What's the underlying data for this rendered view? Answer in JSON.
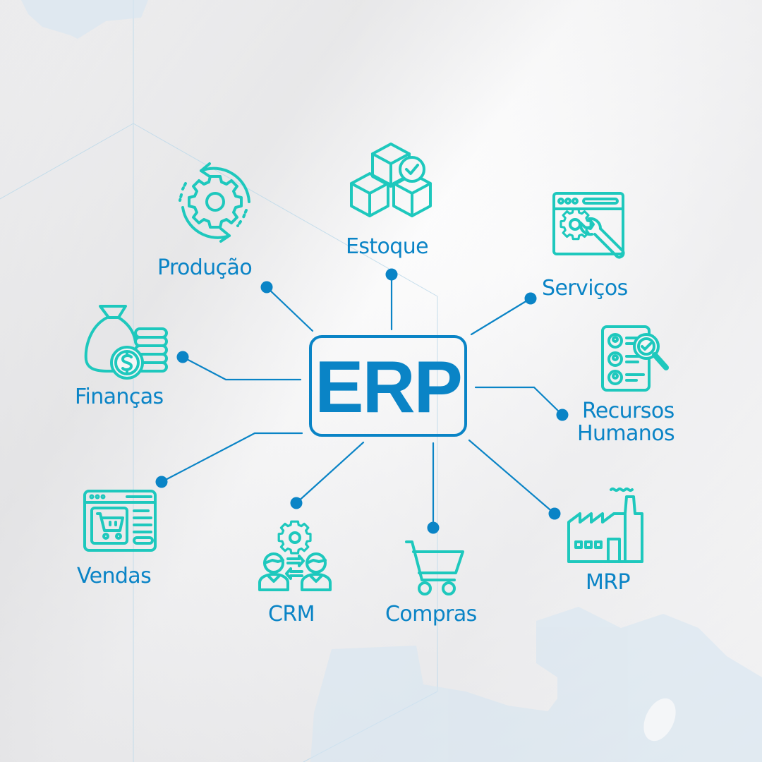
{
  "diagram": {
    "center": {
      "label": "ERP"
    },
    "modules": [
      {
        "id": "estoque",
        "label": "Estoque",
        "icon": "boxes-check-icon"
      },
      {
        "id": "producao",
        "label": "Produção",
        "icon": "gear-cycle-icon"
      },
      {
        "id": "servicos",
        "label": "Serviços",
        "icon": "browser-gear-wrench-icon"
      },
      {
        "id": "financas",
        "label": "Finanças",
        "icon": "money-bag-coins-icon"
      },
      {
        "id": "recursos_humanos",
        "label_line1": "Recursos",
        "label_line2": "Humanos",
        "icon": "candidate-list-search-icon"
      },
      {
        "id": "vendas",
        "label": "Vendas",
        "icon": "web-shop-cart-icon"
      },
      {
        "id": "crm",
        "label": "CRM",
        "icon": "people-exchange-gear-icon"
      },
      {
        "id": "compras",
        "label": "Compras",
        "icon": "shopping-cart-icon"
      },
      {
        "id": "mrp",
        "label": "MRP",
        "icon": "factory-icon"
      }
    ]
  },
  "colors": {
    "primary_blue": "#0a84c6",
    "icon_teal": "#1ec8bd",
    "background": "#f2f2f3"
  }
}
